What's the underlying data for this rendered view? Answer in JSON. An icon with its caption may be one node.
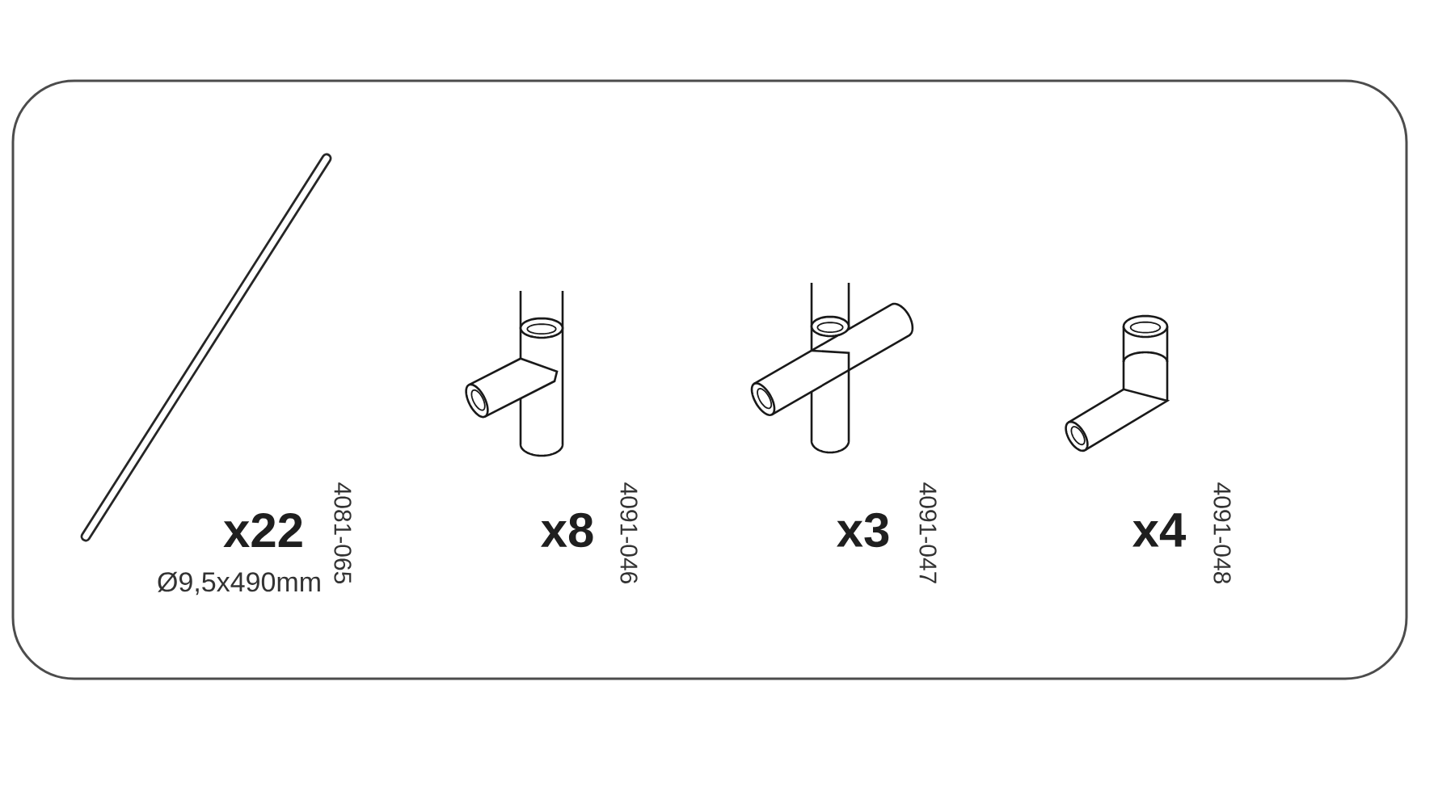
{
  "diagram": {
    "labels": [
      "x22",
      "4081-065",
      "Ø9,5x490mm",
      "x8",
      "4091-046",
      "x3",
      "4091-047",
      "x4",
      "4091-048"
    ]
  }
}
